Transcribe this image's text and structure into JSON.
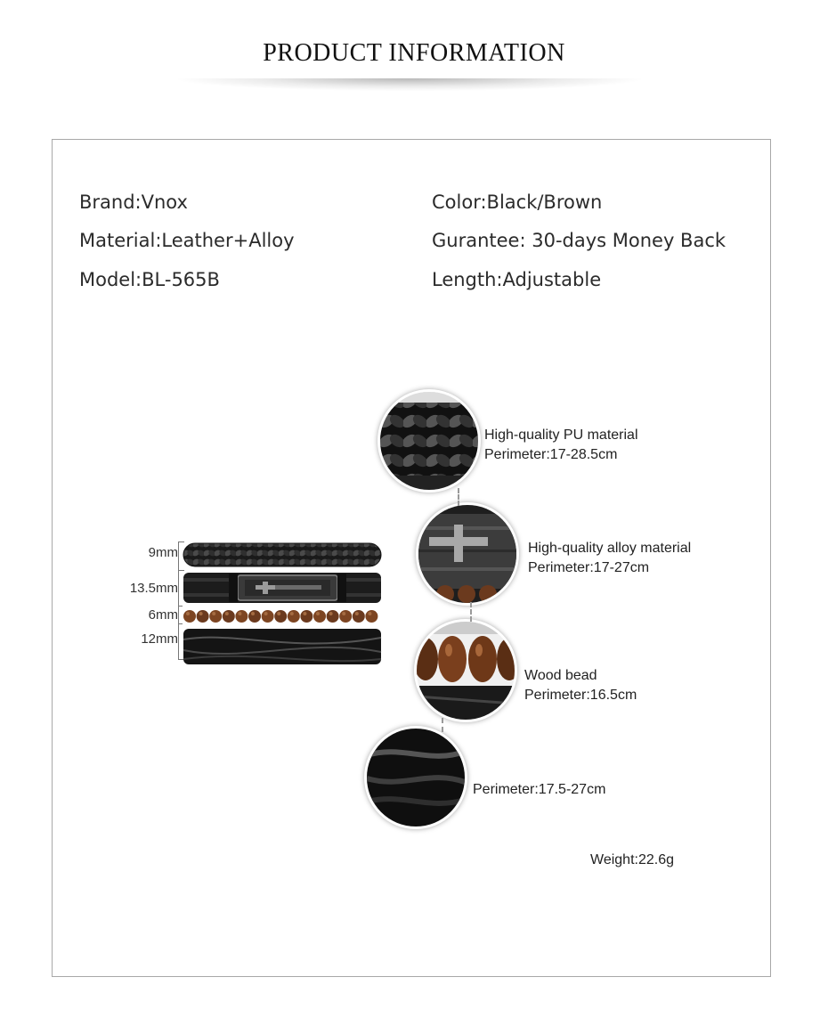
{
  "header": {
    "title": "PRODUCT INFORMATION"
  },
  "specs": {
    "brand": "Brand:Vnox",
    "material": "Material:Leather+Alloy",
    "model": "Model:BL-565B",
    "color": "Color:Black/Brown",
    "guarantee": "Gurantee: 30-days Money Back",
    "length": "Length:Adjustable"
  },
  "dimensions": [
    "9mm",
    "13.5mm",
    "6mm",
    "12mm"
  ],
  "callouts": [
    {
      "line1": "High-quality PU material",
      "line2": "Perimeter:17-28.5cm"
    },
    {
      "line1": "High-quality alloy material",
      "line2": "Perimeter:17-27cm"
    },
    {
      "line1": "Wood bead",
      "line2": "Perimeter:16.5cm"
    },
    {
      "line1": "",
      "line2": "Perimeter:17.5-27cm"
    }
  ],
  "weight": "Weight:22.6g"
}
